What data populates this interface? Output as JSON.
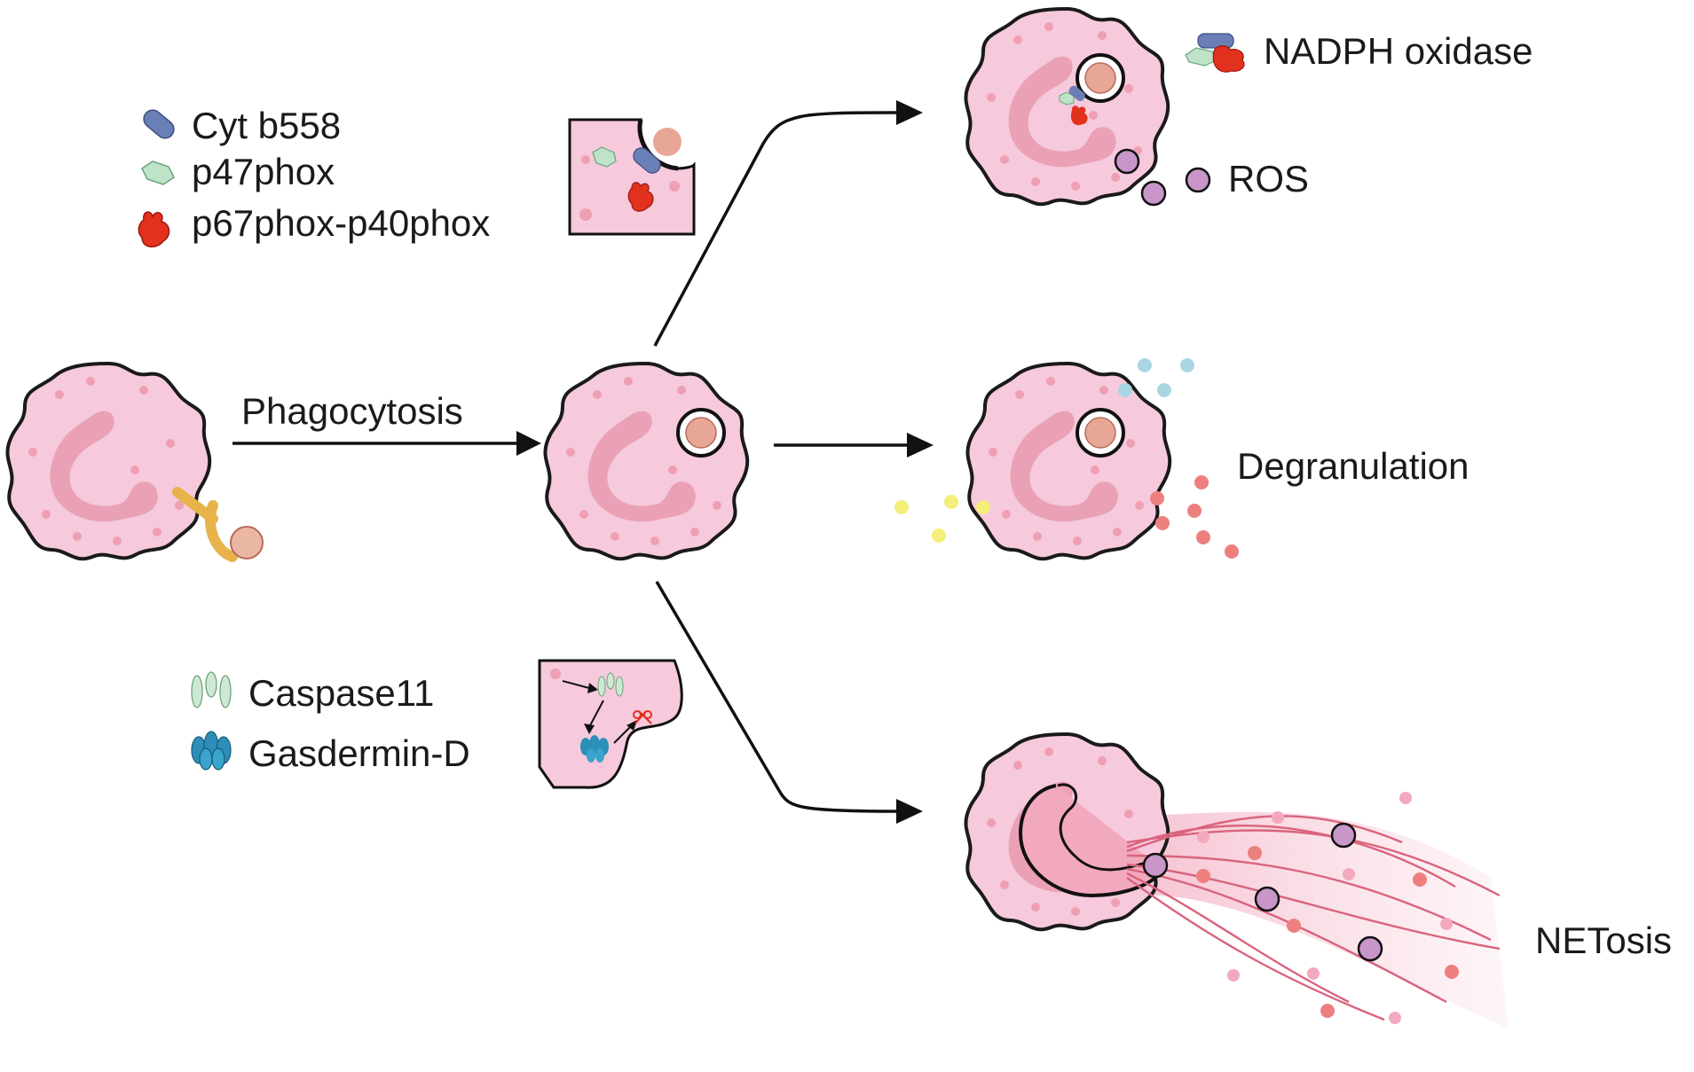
{
  "labels": {
    "phagocytosis": "Phagocytosis",
    "nadph_oxidase": "NADPH oxidase",
    "ros": "ROS",
    "degranulation": "Degranulation",
    "netosis": "NETosis"
  },
  "legend_top": [
    {
      "label": "Cyt b558",
      "icon": "cyt-b558-icon"
    },
    {
      "label": "p47phox",
      "icon": "p47phox-icon"
    },
    {
      "label": "p67phox-p40phox",
      "icon": "p67phox-p40phox-icon"
    }
  ],
  "legend_bottom": [
    {
      "label": "Caspase11",
      "icon": "caspase11-icon"
    },
    {
      "label": "Gasdermin-D",
      "icon": "gasdermin-d-icon"
    }
  ],
  "colors": {
    "cell_fill": "#f6c9dc",
    "nucleus": "#e79aae",
    "cyt_b558": "#6a7fb5",
    "p47phox": "#bfe3c8",
    "p67phox": "#e2311d",
    "ros": "#c896c8",
    "granule_blue": "#a9d6e2",
    "granule_yellow": "#f4ee7a",
    "granule_red": "#ee7f7f",
    "caspase11": "#cfe8d3",
    "gasdermin": "#2c8fb8",
    "receptor": "#e7b34a"
  }
}
